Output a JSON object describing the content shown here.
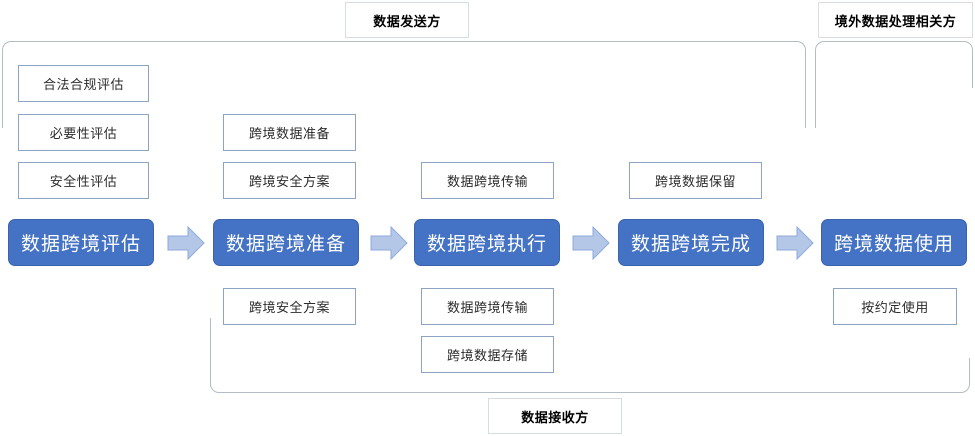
{
  "diagram": {
    "title_top": "数据发送方",
    "title_top_right": "境外数据处理相关方",
    "title_bottom": "数据接收方",
    "colors": {
      "stage_fill": "#4472C4",
      "stage_text": "#FFFFFF",
      "arrow_fill": "#B4C7E7",
      "arrow_stroke": "#8FAADC",
      "subbox_border": "#8EA2C4",
      "bracket_border": "#B6BCC4",
      "background": "#FFFFFF"
    },
    "stages": [
      {
        "label": "数据跨境评估"
      },
      {
        "label": "数据跨境准备"
      },
      {
        "label": "数据跨境执行"
      },
      {
        "label": "数据跨境完成"
      },
      {
        "label": "跨境数据使用"
      }
    ],
    "sender_items": [
      {
        "label": "合法合规评估"
      },
      {
        "label": "必要性评估"
      },
      {
        "label": "安全性评估"
      },
      {
        "label": "跨境数据准备"
      },
      {
        "label": "跨境安全方案"
      },
      {
        "label": "数据跨境传输"
      },
      {
        "label": "跨境数据保留"
      }
    ],
    "receiver_items": [
      {
        "label": "跨境安全方案"
      },
      {
        "label": "数据跨境传输"
      },
      {
        "label": "跨境数据存储"
      }
    ],
    "overseas_items": [
      {
        "label": "按约定使用"
      }
    ],
    "arrow_icons": [
      "arrow-right-icon",
      "arrow-right-icon",
      "arrow-right-icon",
      "arrow-right-icon"
    ]
  }
}
